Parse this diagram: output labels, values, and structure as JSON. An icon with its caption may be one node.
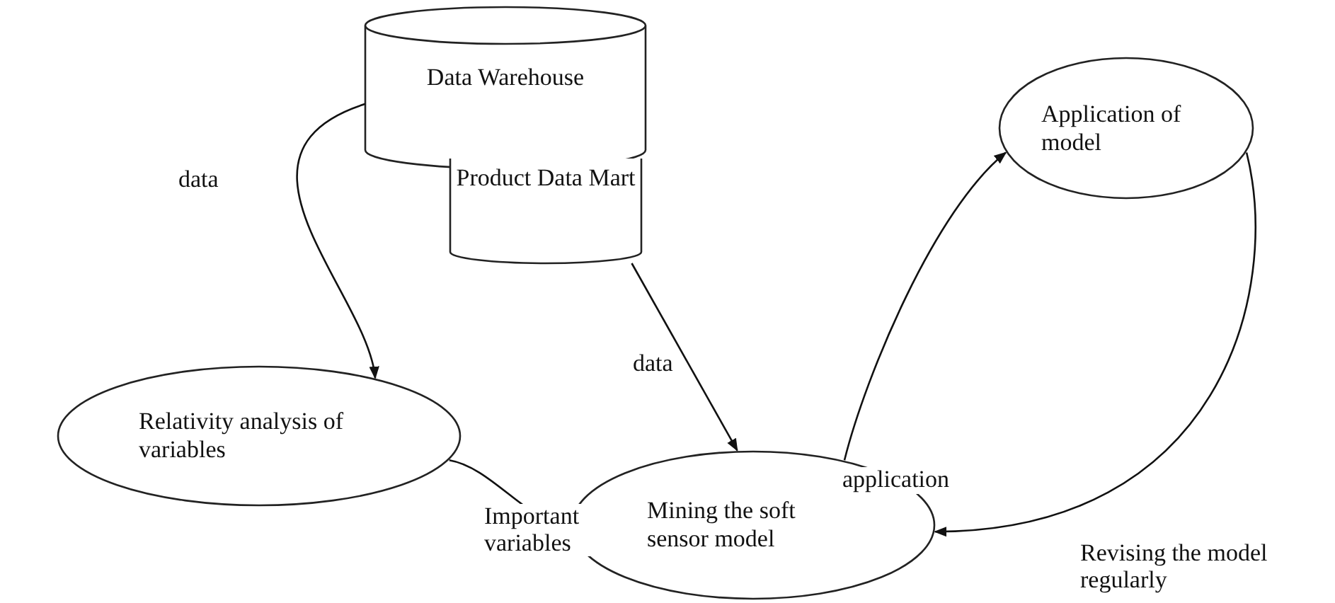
{
  "diagram": {
    "nodes": [
      {
        "text": [
          "Data Warehouse"
        ]
      },
      {
        "text": [
          "Product Data Mart"
        ]
      },
      {
        "text": [
          "Relativity analysis of variables"
        ]
      },
      {
        "text": [
          "Mining the soft sensor model"
        ]
      },
      {
        "text": [
          "Application of model"
        ]
      }
    ],
    "edges": [
      {
        "from": 0,
        "to": 2,
        "arrow": "to",
        "label": "data"
      },
      {
        "from": 1,
        "to": 3,
        "arrow": "to",
        "label": "data"
      },
      {
        "from": 2,
        "to": 3,
        "arrow": "to",
        "label": "Important variables"
      },
      {
        "from": 3,
        "to": 4,
        "arrow": "to",
        "label": "application"
      },
      {
        "from": 4,
        "to": 3,
        "arrow": "to",
        "label": "Revising the model regularly"
      }
    ]
  }
}
